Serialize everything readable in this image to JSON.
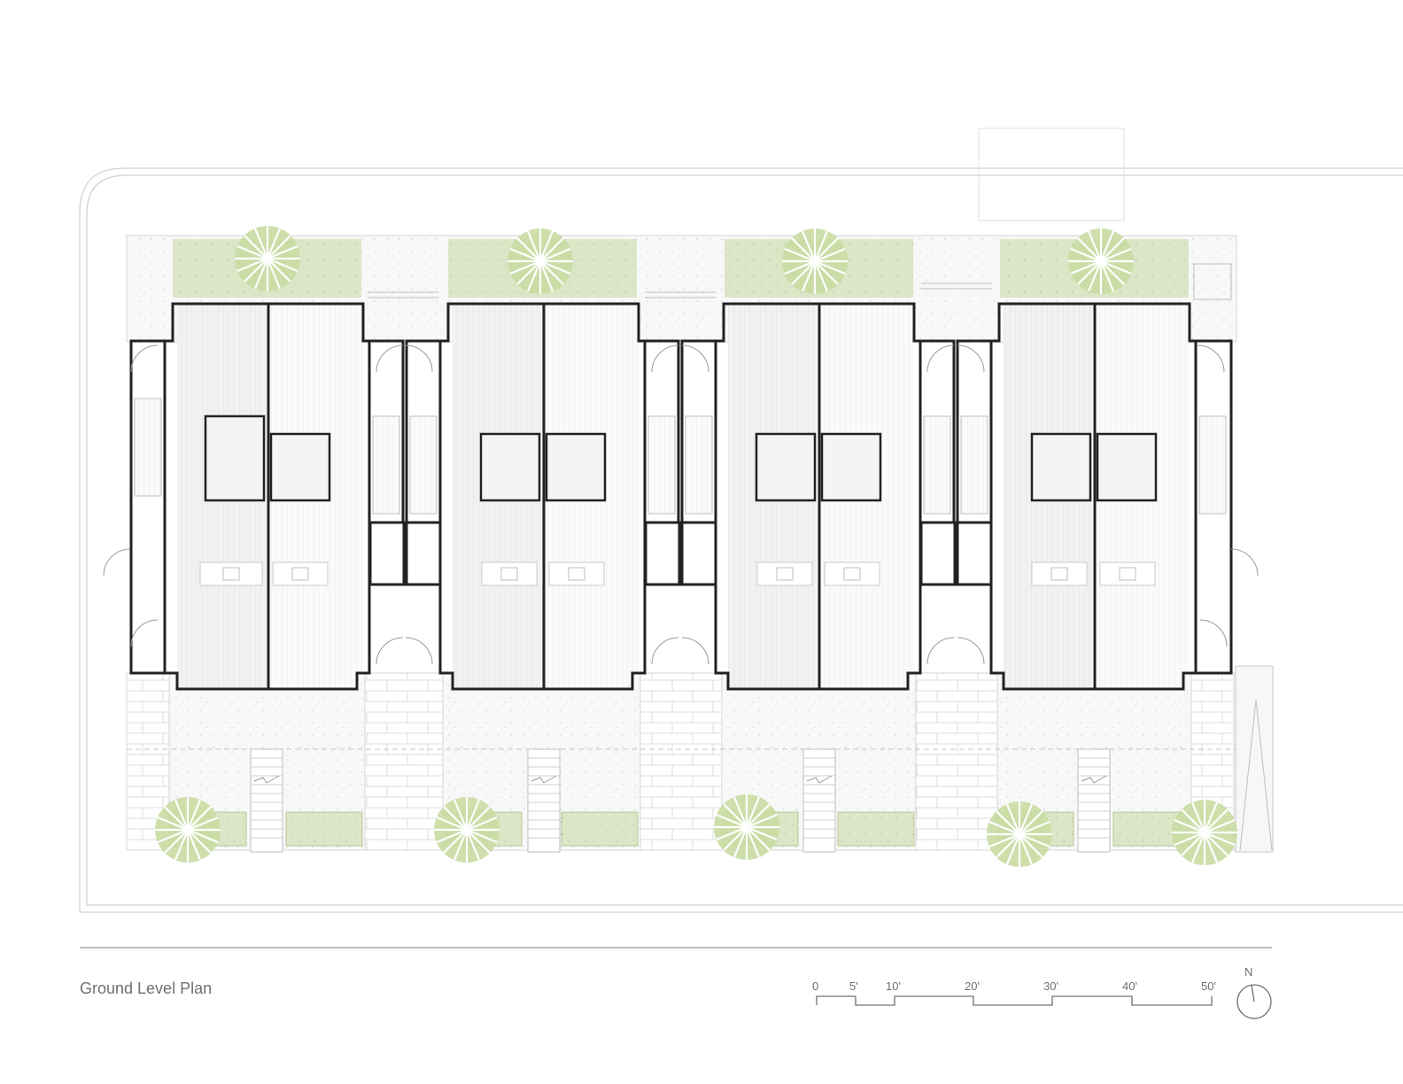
{
  "title": "Ground Level Plan",
  "scale_bar": {
    "labels": [
      "0",
      "5'",
      "10'",
      "20'",
      "30'",
      "40'",
      "50'"
    ],
    "values_ft": [
      0,
      5,
      10,
      20,
      30,
      40,
      50
    ]
  },
  "north_arrow": {
    "label": "N",
    "icon": "north-arrow-icon"
  },
  "colors": {
    "wall": "#222222",
    "planting": "#d9e4c3",
    "tree": "#c8d9a0",
    "paving": "#f6f6f6",
    "floor_shade": "#efefef",
    "site_line": "#cfcfcf",
    "text": "#707070"
  },
  "buildings": {
    "count": 4,
    "units_per_building": 2
  }
}
